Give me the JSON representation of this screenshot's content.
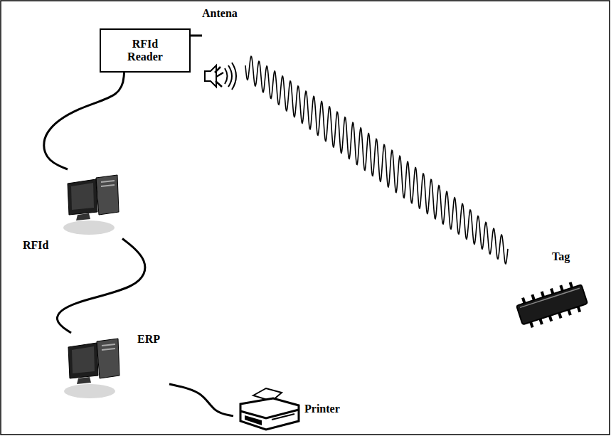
{
  "diagram": {
    "nodes": [
      {
        "text": [
          "RFId Reader"
        ]
      },
      {
        "text": [
          "Antena"
        ]
      },
      {
        "text": [
          "RFId"
        ]
      },
      {
        "text": [
          "ERP"
        ]
      },
      {
        "text": [
          "Printer"
        ]
      },
      {
        "text": [
          "Tag"
        ]
      }
    ],
    "edges": [
      {
        "from": 0,
        "to": 1,
        "arrow": "none"
      },
      {
        "from": 0,
        "to": 2,
        "arrow": "none"
      },
      {
        "from": 2,
        "to": 3,
        "arrow": "none"
      },
      {
        "from": 3,
        "to": 4,
        "arrow": "none"
      }
    ]
  }
}
